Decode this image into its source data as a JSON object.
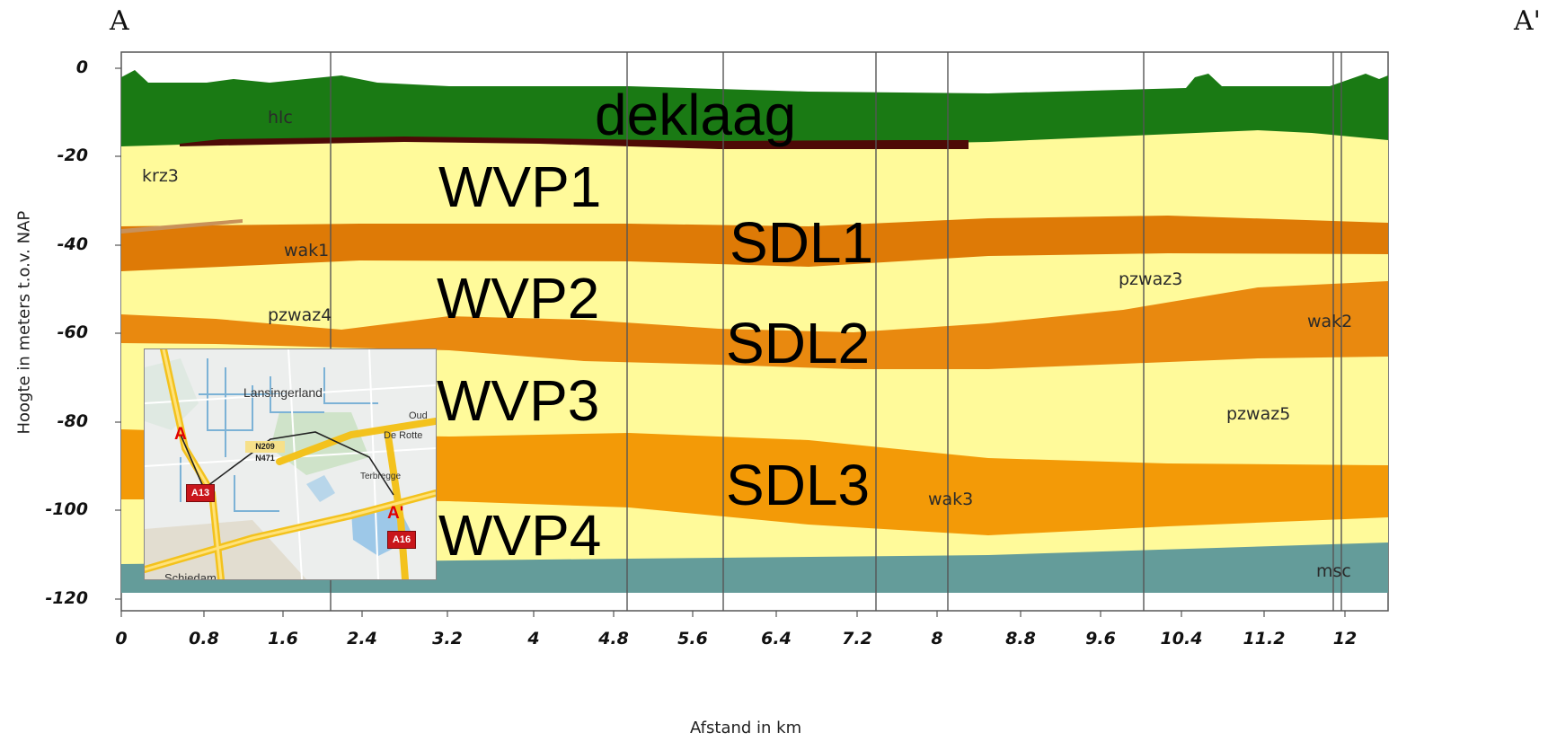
{
  "corners": {
    "left": "A",
    "right": "A'"
  },
  "axes": {
    "y_title": "Hoogte in meters t.o.v. NAP",
    "x_title": "Afstand in km",
    "y_ticks": [
      "0",
      "-20",
      "-40",
      "-60",
      "-80",
      "-100",
      "-120"
    ],
    "x_ticks": [
      "0",
      "0.8",
      "1.6",
      "2.4",
      "3.2",
      "4",
      "4.8",
      "5.6",
      "6.4",
      "7.2",
      "8",
      "8.8",
      "9.6",
      "10.4",
      "11.2",
      "12"
    ]
  },
  "units": [
    {
      "label": "hlc",
      "color": "#1a7a14"
    },
    {
      "label": "krz3",
      "color": "#fffa9a"
    },
    {
      "label": "wak1",
      "color": "#de7a06"
    },
    {
      "label": "pzwaz4",
      "color": "#fffa9a"
    },
    {
      "label": "pzwaz3",
      "color": "#fffa9a"
    },
    {
      "label": "wak2",
      "color": "#e9890f"
    },
    {
      "label": "pzwaz5",
      "color": "#fffa9a"
    },
    {
      "label": "wak3",
      "color": "#f39a07"
    },
    {
      "label": "msc",
      "color": "#649c9a"
    }
  ],
  "big_labels": {
    "deklaag": "deklaag",
    "wvp1": "WVP1",
    "sdl1": "SDL1",
    "wvp2": "WVP2",
    "sdl2": "SDL2",
    "wvp3": "WVP3",
    "sdl3": "SDL3",
    "wvp4": "WVP4"
  },
  "inset_map": {
    "place_labels": [
      "Lansingerland",
      "Oud",
      "De Rotte",
      "Terbregge",
      "Schiedam"
    ],
    "road_label": "N209 N471",
    "start_marker": "A",
    "end_marker": "A'",
    "highway_shields": [
      "A13",
      "A16"
    ]
  }
}
